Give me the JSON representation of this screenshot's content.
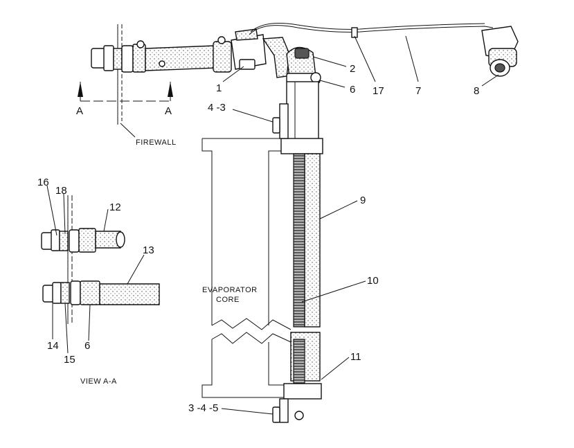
{
  "callouts": {
    "c1": "1",
    "c2": "2",
    "c6_top": "6",
    "c17": "17",
    "c7": "7",
    "c8": "8",
    "c4_3": "4 -3",
    "c9": "9",
    "c10": "10",
    "c11": "11",
    "c3_4_5": "3 -4 -5",
    "c16": "16",
    "c18": "18",
    "c12": "12",
    "c13": "13",
    "c14": "14",
    "c15": "15",
    "c6_view": "6"
  },
  "section_marks": {
    "left": "A",
    "right": "A"
  },
  "notes": {
    "firewall": "FIREWALL",
    "evaporator_line1": "EVAPORATOR",
    "evaporator_line2": "CORE",
    "view_title": "VIEW A-A"
  }
}
